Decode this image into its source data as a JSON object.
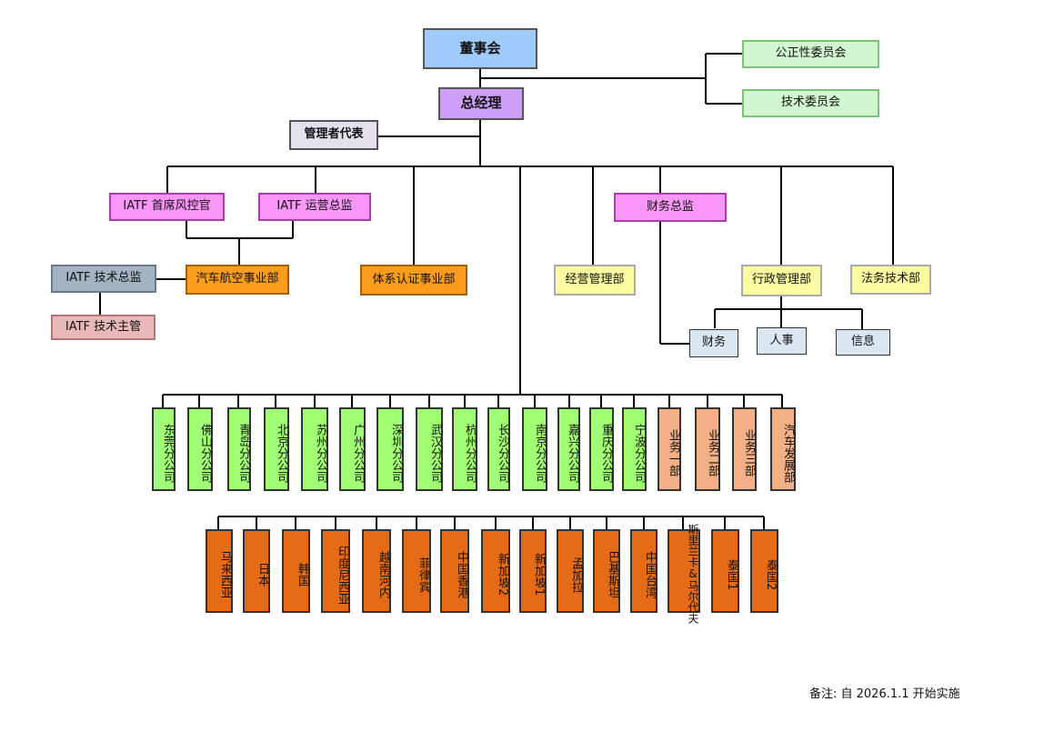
{
  "nodes": {
    "board": "董事会",
    "fairness": "公正性委员会",
    "tech_committee": "技术委员会",
    "gm": "总经理",
    "mgmt_rep": "管理者代表",
    "iatf_risk": "IATF 首席风控官",
    "iatf_ops": "IATF 运营总监",
    "finance_director": "财务总监",
    "iatf_tech_director": "IATF 技术总监",
    "auto_aero": "汽车航空事业部",
    "iatf_tech_supervisor": "IATF 技术主管",
    "system_cert": "体系认证事业部",
    "business_mgmt": "经营管理部",
    "admin_mgmt": "行政管理部",
    "legal_tech": "法务技术部",
    "finance": "财务",
    "hr": "人事",
    "info": "信息"
  },
  "domestic_units": [
    "东莞分公司",
    "佛山分公司",
    "青岛分公司",
    "北京分公司",
    "苏州分公司",
    "广州分公司",
    "深圳分公司",
    "武汉分公司",
    "杭州分公司",
    "长沙分公司",
    "南京分公司",
    "嘉兴分公司",
    "重庆分公司",
    "宁波分公司"
  ],
  "business_units": [
    "业务一部",
    "业务二部",
    "业务三部",
    "汽车发展部"
  ],
  "overseas_units": [
    {
      "text": "马来西亚"
    },
    {
      "text": "日本"
    },
    {
      "text": "韩国"
    },
    {
      "text": "印度尼西亚"
    },
    {
      "text": "越南河内"
    },
    {
      "text": "菲律宾"
    },
    {
      "text": "中国香港"
    },
    {
      "text": "新加坡",
      "suffix": "2"
    },
    {
      "text": "新加坡",
      "suffix": "1"
    },
    {
      "text": "孟加拉"
    },
    {
      "text": "巴基斯坦"
    },
    {
      "text": "中国台湾"
    },
    {
      "text": "斯里兰卡&马尔代夫"
    },
    {
      "text": "泰国",
      "suffix": "1"
    },
    {
      "text": "泰国",
      "suffix": "2"
    }
  ],
  "note": "备注: 自 2026.1.1 开始实施",
  "colors": {
    "board": "#9ecbf9",
    "gm": "#cc9ef7",
    "committee": "#d2f7d0",
    "iatf": "#fa96f8",
    "division": "#fb9d1c",
    "department": "#fcfba0",
    "branch": "#a0ff72",
    "business": "#f3af85",
    "overseas": "#e56b17"
  }
}
